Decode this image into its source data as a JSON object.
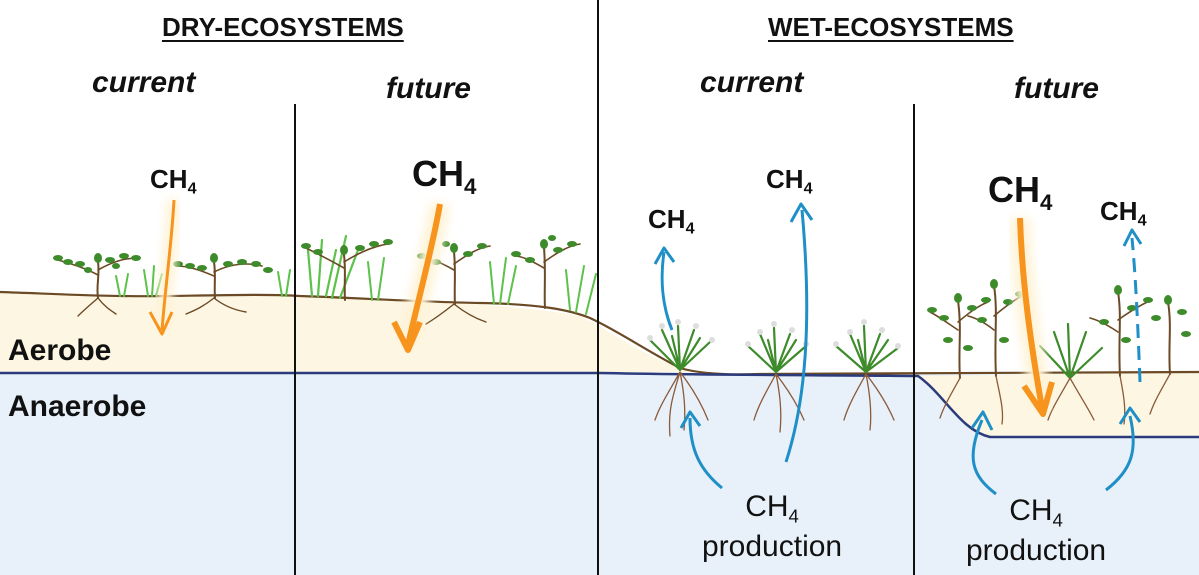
{
  "headers": {
    "dry": "DRY-ECOSYSTEMS",
    "wet": "WET-ECOSYSTEMS"
  },
  "periods": {
    "dry_current": "current",
    "dry_future": "future",
    "wet_current": "current",
    "wet_future": "future"
  },
  "zones": {
    "aerobe": "Aerobe",
    "anaerobe": "Anaerobe"
  },
  "ch4": {
    "base": "CH",
    "sub": "4"
  },
  "production_word": "production",
  "colors": {
    "uptake_arrow": "#f7941d",
    "emission_arrow": "#1f8fc8",
    "aerobe_zone": "#fdf6e3",
    "anaerobe_zone": "#e8f1f9",
    "soil_line": "#6b4a25",
    "water_table": "#2b3b7c",
    "plant_green": "#3d8b2a"
  }
}
